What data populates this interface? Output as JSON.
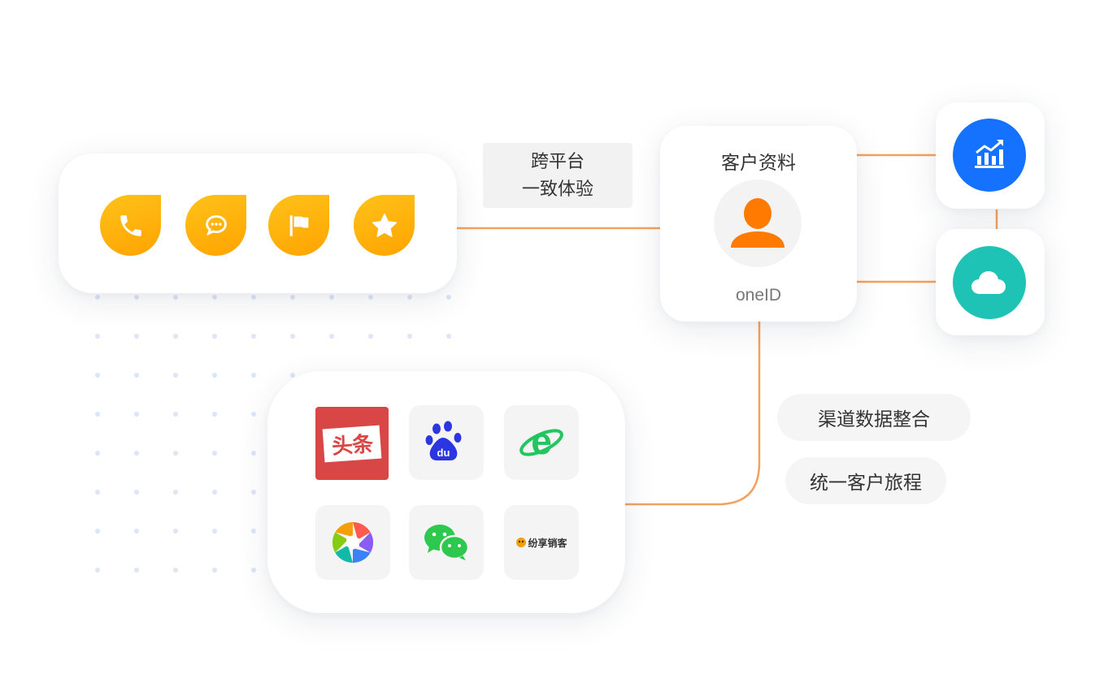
{
  "connector_label": {
    "line1": "跨平台",
    "line2": "一致体验"
  },
  "profile": {
    "title": "客户资料",
    "id_label": "oneID"
  },
  "pills": [
    "渠道数据整合",
    "统一客户旅程"
  ],
  "touchpoint_icons": [
    "phone-icon",
    "chat-icon",
    "flag-icon",
    "star-icon"
  ],
  "channels": [
    {
      "icon": "toutiao-logo",
      "text": "头条"
    },
    {
      "icon": "baidu-logo",
      "text": "du"
    },
    {
      "icon": "ie-browser-logo",
      "text": "e"
    },
    {
      "icon": "photo-aperture-logo",
      "text": ""
    },
    {
      "icon": "wechat-logo",
      "text": ""
    },
    {
      "icon": "fenxiang-logo",
      "text": "纷享销客"
    }
  ],
  "right_icons": [
    "chart-growth-icon",
    "cloud-icon"
  ],
  "colors": {
    "accent_orange": "#f5a15e",
    "petal_yellow": "#ffb20a",
    "avatar_orange": "#ff7a00",
    "chart_blue": "#1472ff",
    "cloud_teal": "#1fc3b6",
    "dot_blue": "#dbe6f8"
  }
}
